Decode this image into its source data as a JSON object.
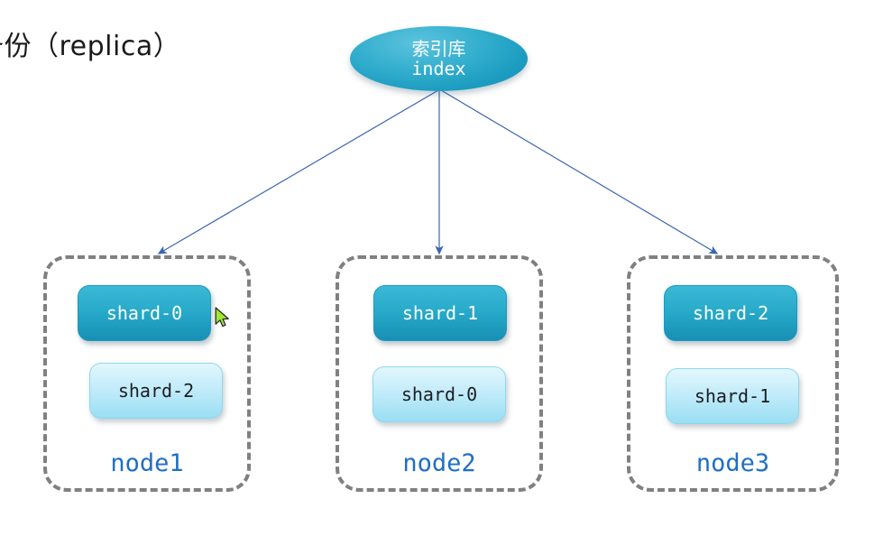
{
  "caption": {
    "text": "备份（replica）"
  },
  "index_node": {
    "title_cn": "索引库",
    "title_en": "index",
    "fill_color": "#1b9cc0"
  },
  "colors": {
    "primary_shard": "#28abca",
    "replica_shard": "#c3ecfa",
    "node_border": "#808080",
    "node_label": "#1f6fc4",
    "arrow": "#3a66b0",
    "cursor": "#9ce830"
  },
  "nodes": [
    {
      "label": "node1",
      "shards": [
        {
          "name": "shard-0",
          "role": "primary"
        },
        {
          "name": "shard-2",
          "role": "replica"
        }
      ]
    },
    {
      "label": "node2",
      "shards": [
        {
          "name": "shard-1",
          "role": "primary"
        },
        {
          "name": "shard-0",
          "role": "replica"
        }
      ]
    },
    {
      "label": "node3",
      "shards": [
        {
          "name": "shard-2",
          "role": "primary"
        },
        {
          "name": "shard-1",
          "role": "replica"
        }
      ]
    }
  ]
}
